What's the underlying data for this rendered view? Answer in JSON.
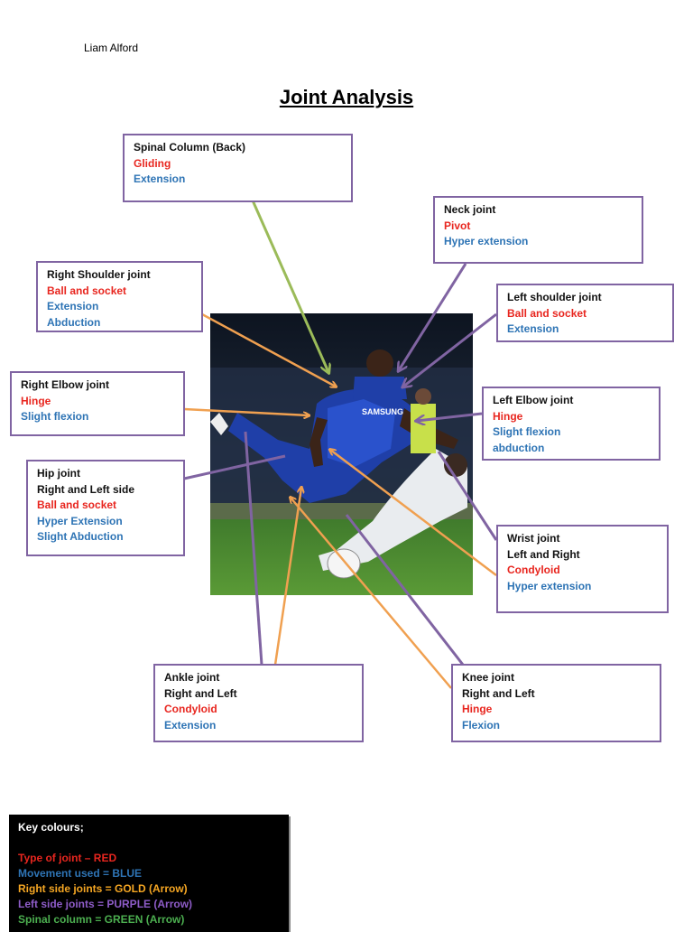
{
  "author": "Liam Alford",
  "title": "Joint Analysis",
  "boxes": {
    "spinal": {
      "name": "Spinal Column (Back)",
      "type": "Gliding",
      "movements": [
        "Extension"
      ]
    },
    "neck": {
      "name": "Neck joint",
      "type": "Pivot",
      "movements": [
        "Hyper extension"
      ]
    },
    "right_shoulder": {
      "name": "Right Shoulder joint",
      "type": "Ball and socket",
      "movements": [
        "Extension",
        "Abduction"
      ]
    },
    "left_shoulder": {
      "name": "Left shoulder joint",
      "type": "Ball and socket",
      "movements": [
        "Extension"
      ]
    },
    "right_elbow": {
      "name": "Right Elbow joint",
      "type": "Hinge",
      "movements": [
        "Slight flexion"
      ]
    },
    "left_elbow": {
      "name": "Left Elbow joint",
      "type": "Hinge",
      "movements": [
        "Slight flexion",
        "abduction"
      ]
    },
    "hip": {
      "name": "Hip joint",
      "side": "Right and Left side",
      "type": "Ball and socket",
      "movements": [
        "Hyper Extension",
        "Slight Abduction"
      ]
    },
    "wrist": {
      "name": "Wrist joint",
      "side": "Left and Right",
      "type": "Condyloid",
      "movements": [
        "Hyper extension"
      ]
    },
    "ankle": {
      "name": "Ankle joint",
      "side": "Right and Left",
      "type": "Condyloid",
      "movements": [
        "Extension"
      ]
    },
    "knee": {
      "name": "Knee joint",
      "side": "Right and Left",
      "type": "Hinge",
      "movements": [
        "Flexion"
      ]
    }
  },
  "photo_text": {
    "sponsor": "SAMSUNG"
  },
  "key": {
    "heading": "Key colours;",
    "lines": [
      {
        "text": "Type of joint – RED",
        "color": "#e8261f"
      },
      {
        "text": "Movement used = BLUE",
        "color": "#2e74b5"
      },
      {
        "text": "Right side joints = GOLD (Arrow)",
        "color": "#f5a623"
      },
      {
        "text": "Left side joints = PURPLE (Arrow)",
        "color": "#8e5cc8"
      },
      {
        "text": "Spinal column = GREEN (Arrow)",
        "color": "#4caf50"
      }
    ]
  },
  "colors": {
    "box_border": "#8064a2",
    "gold_arrow": "#f0a050",
    "purple_arrow": "#8064a2",
    "green_arrow": "#9bbb59"
  }
}
